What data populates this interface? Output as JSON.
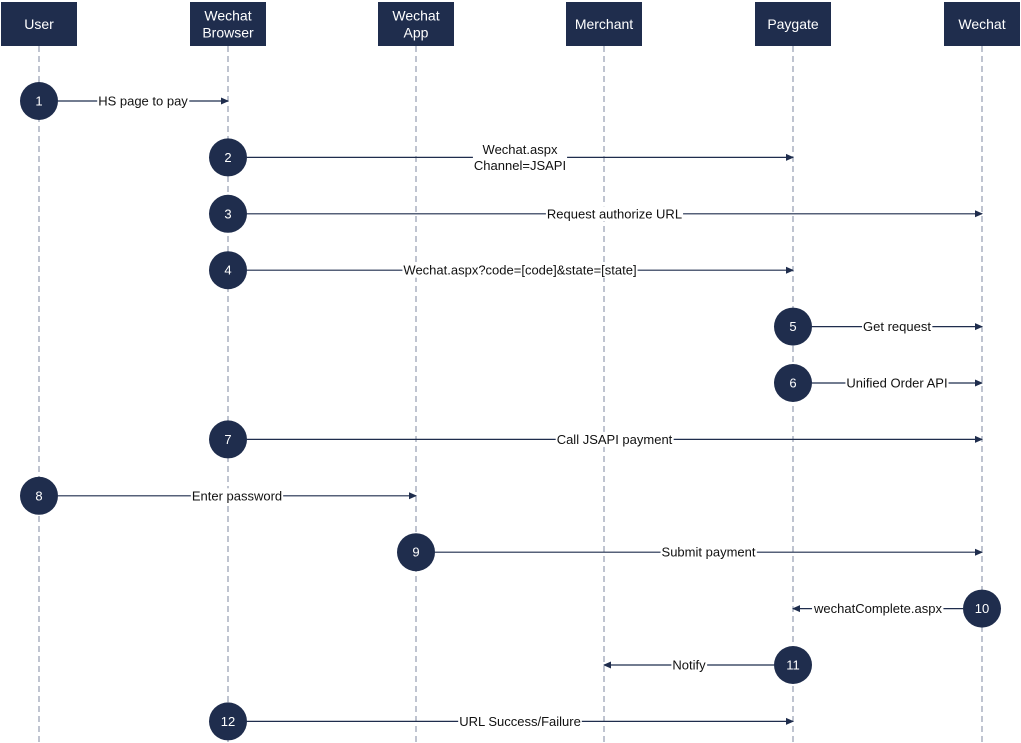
{
  "colors": {
    "actor_fill": "#1f2d4d",
    "circle_fill": "#1f2d4d",
    "line": "#1f2d4d",
    "lifeline": "#7f8aa0",
    "label_bg": "#ffffff"
  },
  "actors": [
    {
      "id": "user",
      "lines": [
        "User"
      ]
    },
    {
      "id": "browser",
      "lines": [
        "Wechat",
        "Browser"
      ]
    },
    {
      "id": "app",
      "lines": [
        "Wechat",
        "App"
      ]
    },
    {
      "id": "merchant",
      "lines": [
        "Merchant"
      ]
    },
    {
      "id": "paygate",
      "lines": [
        "Paygate"
      ]
    },
    {
      "id": "wechat",
      "lines": [
        "Wechat"
      ]
    }
  ],
  "messages": [
    {
      "step": "1",
      "from": "user",
      "to": "browser",
      "lines": [
        "HS page to pay"
      ]
    },
    {
      "step": "2",
      "from": "browser",
      "to": "paygate",
      "lines": [
        "Wechat.aspx",
        "Channel=JSAPI"
      ]
    },
    {
      "step": "3",
      "from": "browser",
      "to": "wechat",
      "lines": [
        "Request authorize URL"
      ]
    },
    {
      "step": "4",
      "from": "browser",
      "to": "paygate",
      "lines": [
        "Wechat.aspx?code=[code]&state=[state]"
      ]
    },
    {
      "step": "5",
      "from": "paygate",
      "to": "wechat",
      "lines": [
        "Get request"
      ]
    },
    {
      "step": "6",
      "from": "paygate",
      "to": "wechat",
      "lines": [
        "Unified Order API"
      ]
    },
    {
      "step": "7",
      "from": "browser",
      "to": "wechat",
      "lines": [
        "Call JSAPI payment"
      ]
    },
    {
      "step": "8",
      "from": "user",
      "to": "app",
      "lines": [
        "Enter password"
      ]
    },
    {
      "step": "9",
      "from": "app",
      "to": "wechat",
      "lines": [
        "Submit payment"
      ]
    },
    {
      "step": "10",
      "from": "wechat",
      "to": "paygate",
      "lines": [
        "wechatComplete.aspx"
      ]
    },
    {
      "step": "11",
      "from": "paygate",
      "to": "merchant",
      "lines": [
        "Notify"
      ]
    },
    {
      "step": "12",
      "from": "browser",
      "to": "paygate",
      "lines": [
        "URL Success/Failure"
      ]
    }
  ]
}
